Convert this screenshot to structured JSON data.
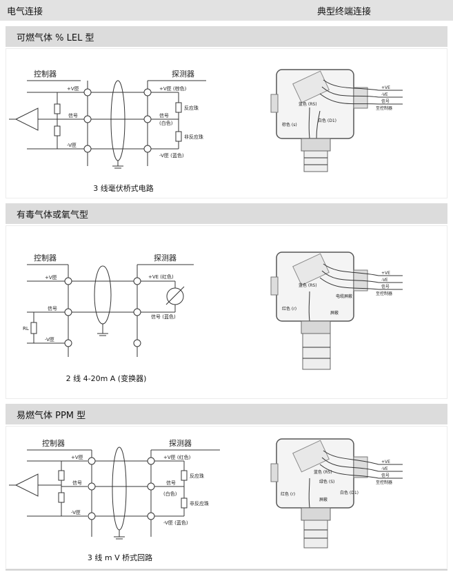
{
  "header": {
    "left": "电气连接",
    "right": "典型终端连接"
  },
  "sections": [
    {
      "title": "可燃气体 % LEL 型",
      "controller": "控制器",
      "detector": "探测器",
      "ctrl_terms": [
        "+V匣",
        "信号",
        "-V匣"
      ],
      "det_terms": [
        "+V匣 (棕色)",
        "信号",
        "(白色)",
        "-V匣 (蓝色)"
      ],
      "side_labels": [
        "反应珠",
        "非反应珠"
      ],
      "caption": "3 线毫伏桥式电路",
      "wiring": [
        "+VE",
        "-VE",
        "信号",
        "至控制器",
        "蓝色 (RS)",
        "白色 (D1)",
        "棕色 (s)"
      ]
    },
    {
      "title": "有毒气体或氧气型",
      "controller": "控制器",
      "detector": "探测器",
      "ctrl_terms": [
        "+V匣",
        "信号",
        "-V匣"
      ],
      "det_terms": [
        "+VE (红色)",
        "信号 (蓝色)"
      ],
      "side_labels": [
        "RL"
      ],
      "caption": "2 线 4-20m A (变换器)",
      "wiring": [
        "+VE",
        "-VE",
        "信号",
        "至控制器",
        "蓝色 (RS)",
        "电缆屏蔽",
        "红色 (r)",
        "屏蔽"
      ]
    },
    {
      "title": "易燃气体 PPM 型",
      "controller": "控制器",
      "detector": "探测器",
      "ctrl_terms": [
        "+V匣",
        "信号",
        "-V匣"
      ],
      "det_terms": [
        "+V匣 (红色)",
        "信号",
        "(白色)",
        "-V匣 (蓝色)"
      ],
      "side_labels": [
        "反应珠",
        "非反应珠"
      ],
      "caption": "3 线 m V 桥式回路",
      "wiring": [
        "+VE",
        "-VE",
        "信号",
        "至控制器",
        "蓝色 (RS)",
        "绿色 (S)",
        "白色 (D1)",
        "红色 (r)",
        "屏蔽"
      ]
    }
  ]
}
